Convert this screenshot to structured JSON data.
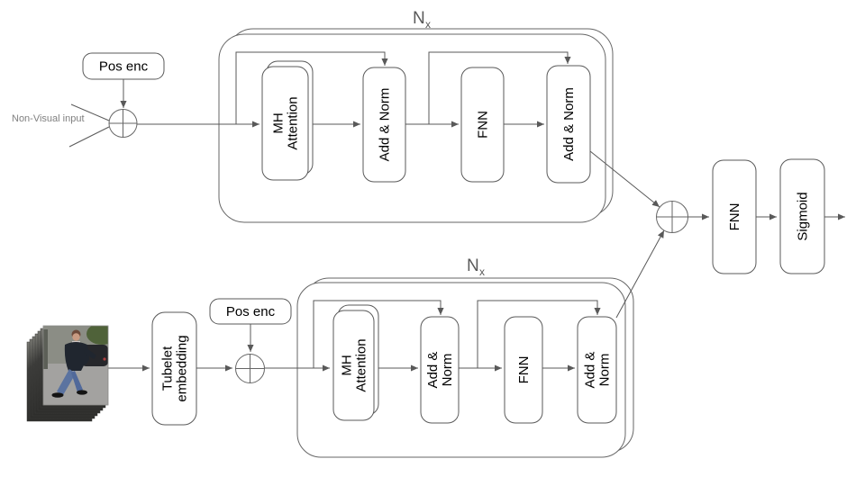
{
  "colors": {
    "box_stroke": "#595959",
    "container_stroke": "#666666",
    "connector": "#595959",
    "label_text": "#000000",
    "muted_text": "#808080"
  },
  "top_branch": {
    "input_label": "Non-Visual input",
    "pos_enc_label": "Pos enc",
    "encoder": {
      "repeat_symbol": "N",
      "repeat_subscript": "x",
      "mh_attention": {
        "line1": "MH",
        "line2": "Attention"
      },
      "add_norm_1": {
        "line1": "Add & Norm"
      },
      "fnn": {
        "line1": "FNN"
      },
      "add_norm_2": {
        "line1": "Add & Norm"
      }
    }
  },
  "bottom_branch": {
    "input_image_alt": "pedestrian-video-frames",
    "tubelet_embedding": {
      "line1": "Tubelet",
      "line2": "embedding"
    },
    "pos_enc_label": "Pos enc",
    "encoder": {
      "repeat_symbol": "N",
      "repeat_subscript": "x",
      "mh_attention": {
        "line1": "MH",
        "line2": "Attention"
      },
      "add_norm_1": {
        "line1": "Add &",
        "line2": "Norm"
      },
      "fnn": {
        "line1": "FNN"
      },
      "add_norm_2": {
        "line1": "Add &",
        "line2": "Norm"
      }
    }
  },
  "output_head": {
    "fnn_label": "FNN",
    "sigmoid_label": "Sigmoid"
  }
}
